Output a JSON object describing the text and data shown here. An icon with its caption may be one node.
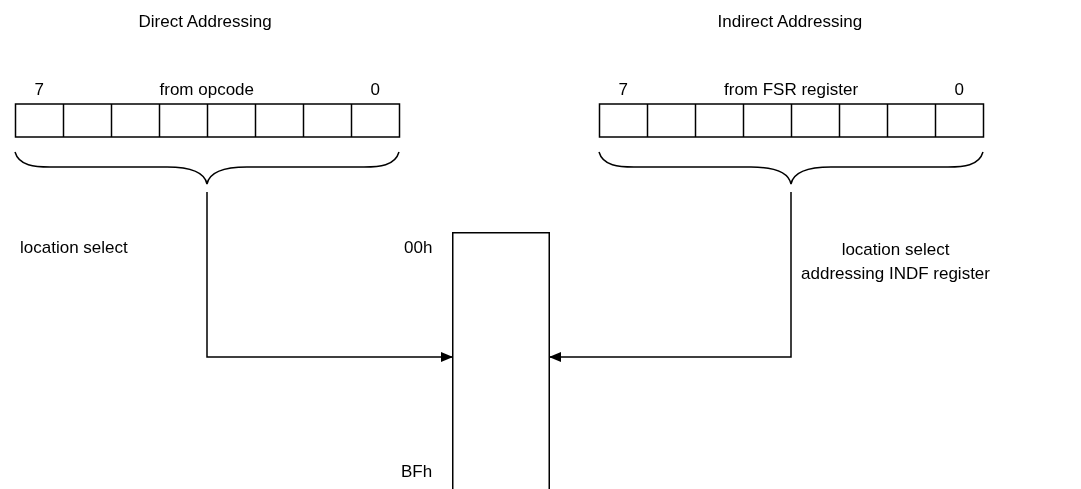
{
  "diagram": {
    "nodes": [
      {
        "text": [
          "7",
          "from opcode",
          "0"
        ]
      },
      {
        "text": [
          "7",
          "from FSR register",
          "0"
        ]
      },
      {
        "text": [],
        "shape": "box",
        "beside": [
          "00h",
          "BFh"
        ]
      }
    ],
    "edges": [
      {
        "from": 0,
        "to": 2,
        "arrow": "to",
        "label": "location select"
      },
      {
        "from": 1,
        "to": 2,
        "arrow": "to",
        "label": "location select addressing INDF register"
      }
    ],
    "labels": [
      "Direct Addressing",
      "Indirect Addressing"
    ]
  }
}
